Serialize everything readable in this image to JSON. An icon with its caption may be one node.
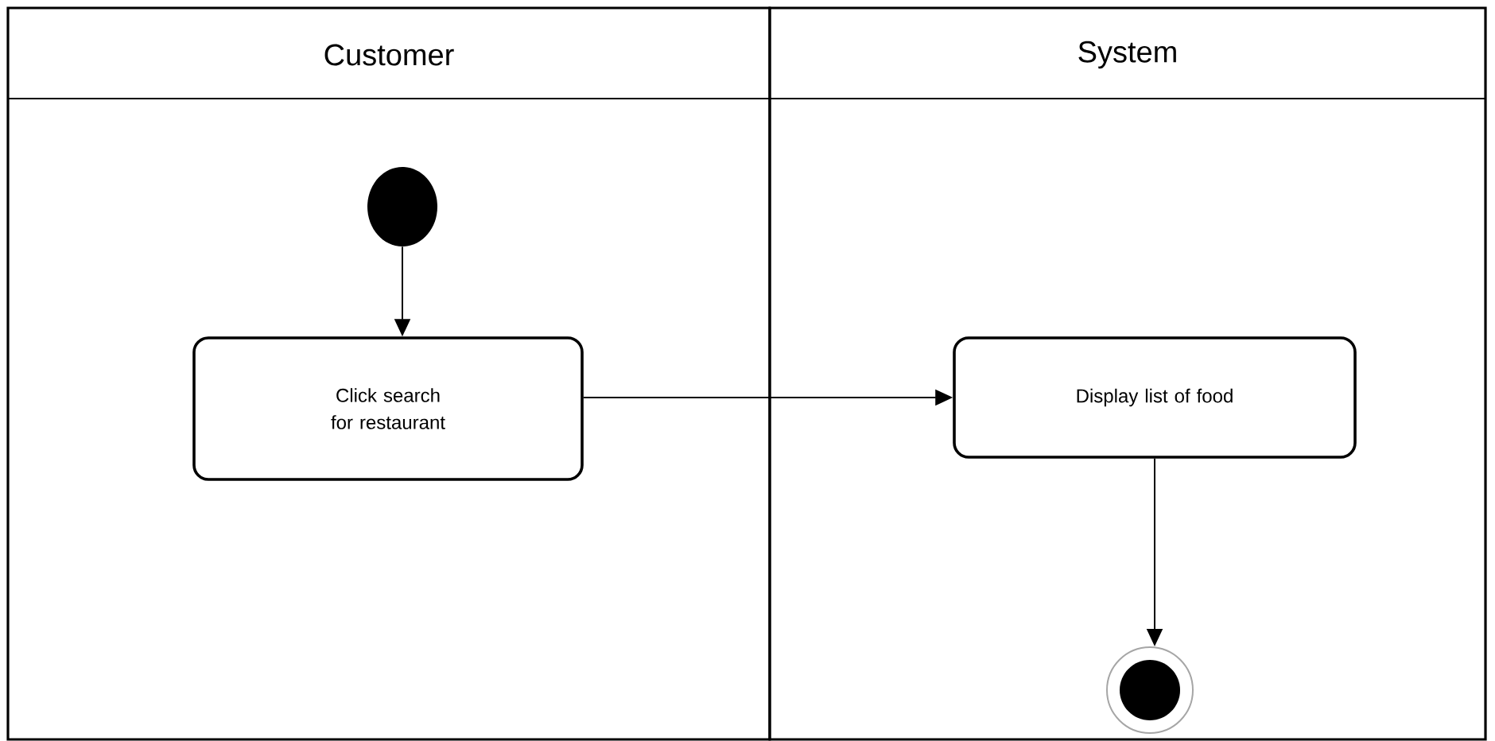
{
  "diagram": {
    "nodes": [
      {
        "text": [
          "Customer"
        ]
      },
      {
        "text": [
          "System"
        ]
      },
      {
        "text": [],
        "shape": "circle",
        "in": 0
      },
      {
        "text": [
          "Click search for restaurant"
        ],
        "in": 0
      },
      {
        "text": [
          "Display list of food"
        ],
        "in": 1
      },
      {
        "text": [],
        "shape": "circle",
        "in": 1
      }
    ],
    "edges": [
      {
        "from": 2,
        "to": 3,
        "arrow": "to"
      },
      {
        "from": 3,
        "to": 4,
        "arrow": "to"
      },
      {
        "from": 4,
        "to": 5,
        "arrow": "to"
      }
    ]
  }
}
